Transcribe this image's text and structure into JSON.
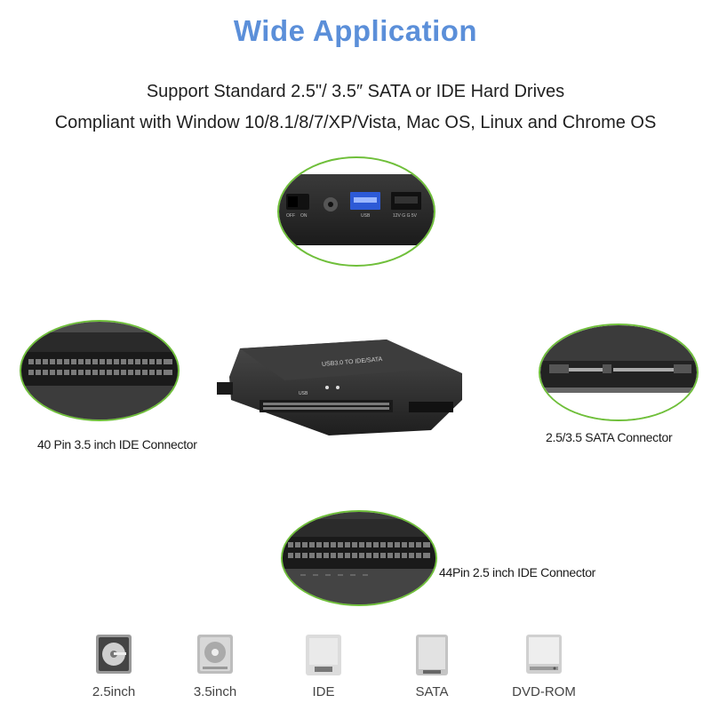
{
  "title": "Wide Application",
  "subtitle_line1": "Support Standard 2.5\"/ 3.5″ SATA or IDE Hard Drives",
  "subtitle_line2": "Compliant with Window 10/8.1/8/7/XP/Vista, Mac OS, Linux and Chrome OS",
  "ports_panel": {
    "labels": [
      "OFF",
      "ON",
      "USB",
      "12V G G 5V"
    ]
  },
  "product": {
    "top_print": "USB3.0 TO IDE/SATA",
    "led_print": "USB"
  },
  "connectors": {
    "ide40": "40 Pin 3.5 inch IDE Connector",
    "sata": "2.5/3.5 SATA Connector",
    "ide44": "44Pin 2.5 inch IDE Connector"
  },
  "device_icons": [
    {
      "name": "hdd-2-5-icon",
      "caption": "2.5inch"
    },
    {
      "name": "hdd-3-5-icon",
      "caption": "3.5inch"
    },
    {
      "name": "ide-drive-icon",
      "caption": "IDE"
    },
    {
      "name": "sata-drive-icon",
      "caption": "SATA"
    },
    {
      "name": "dvd-rom-icon",
      "caption": "DVD-ROM"
    }
  ],
  "colors": {
    "title": "#5b8fd9",
    "bubble_border": "#6fbf3a",
    "device_body": "#2b2b2b"
  }
}
